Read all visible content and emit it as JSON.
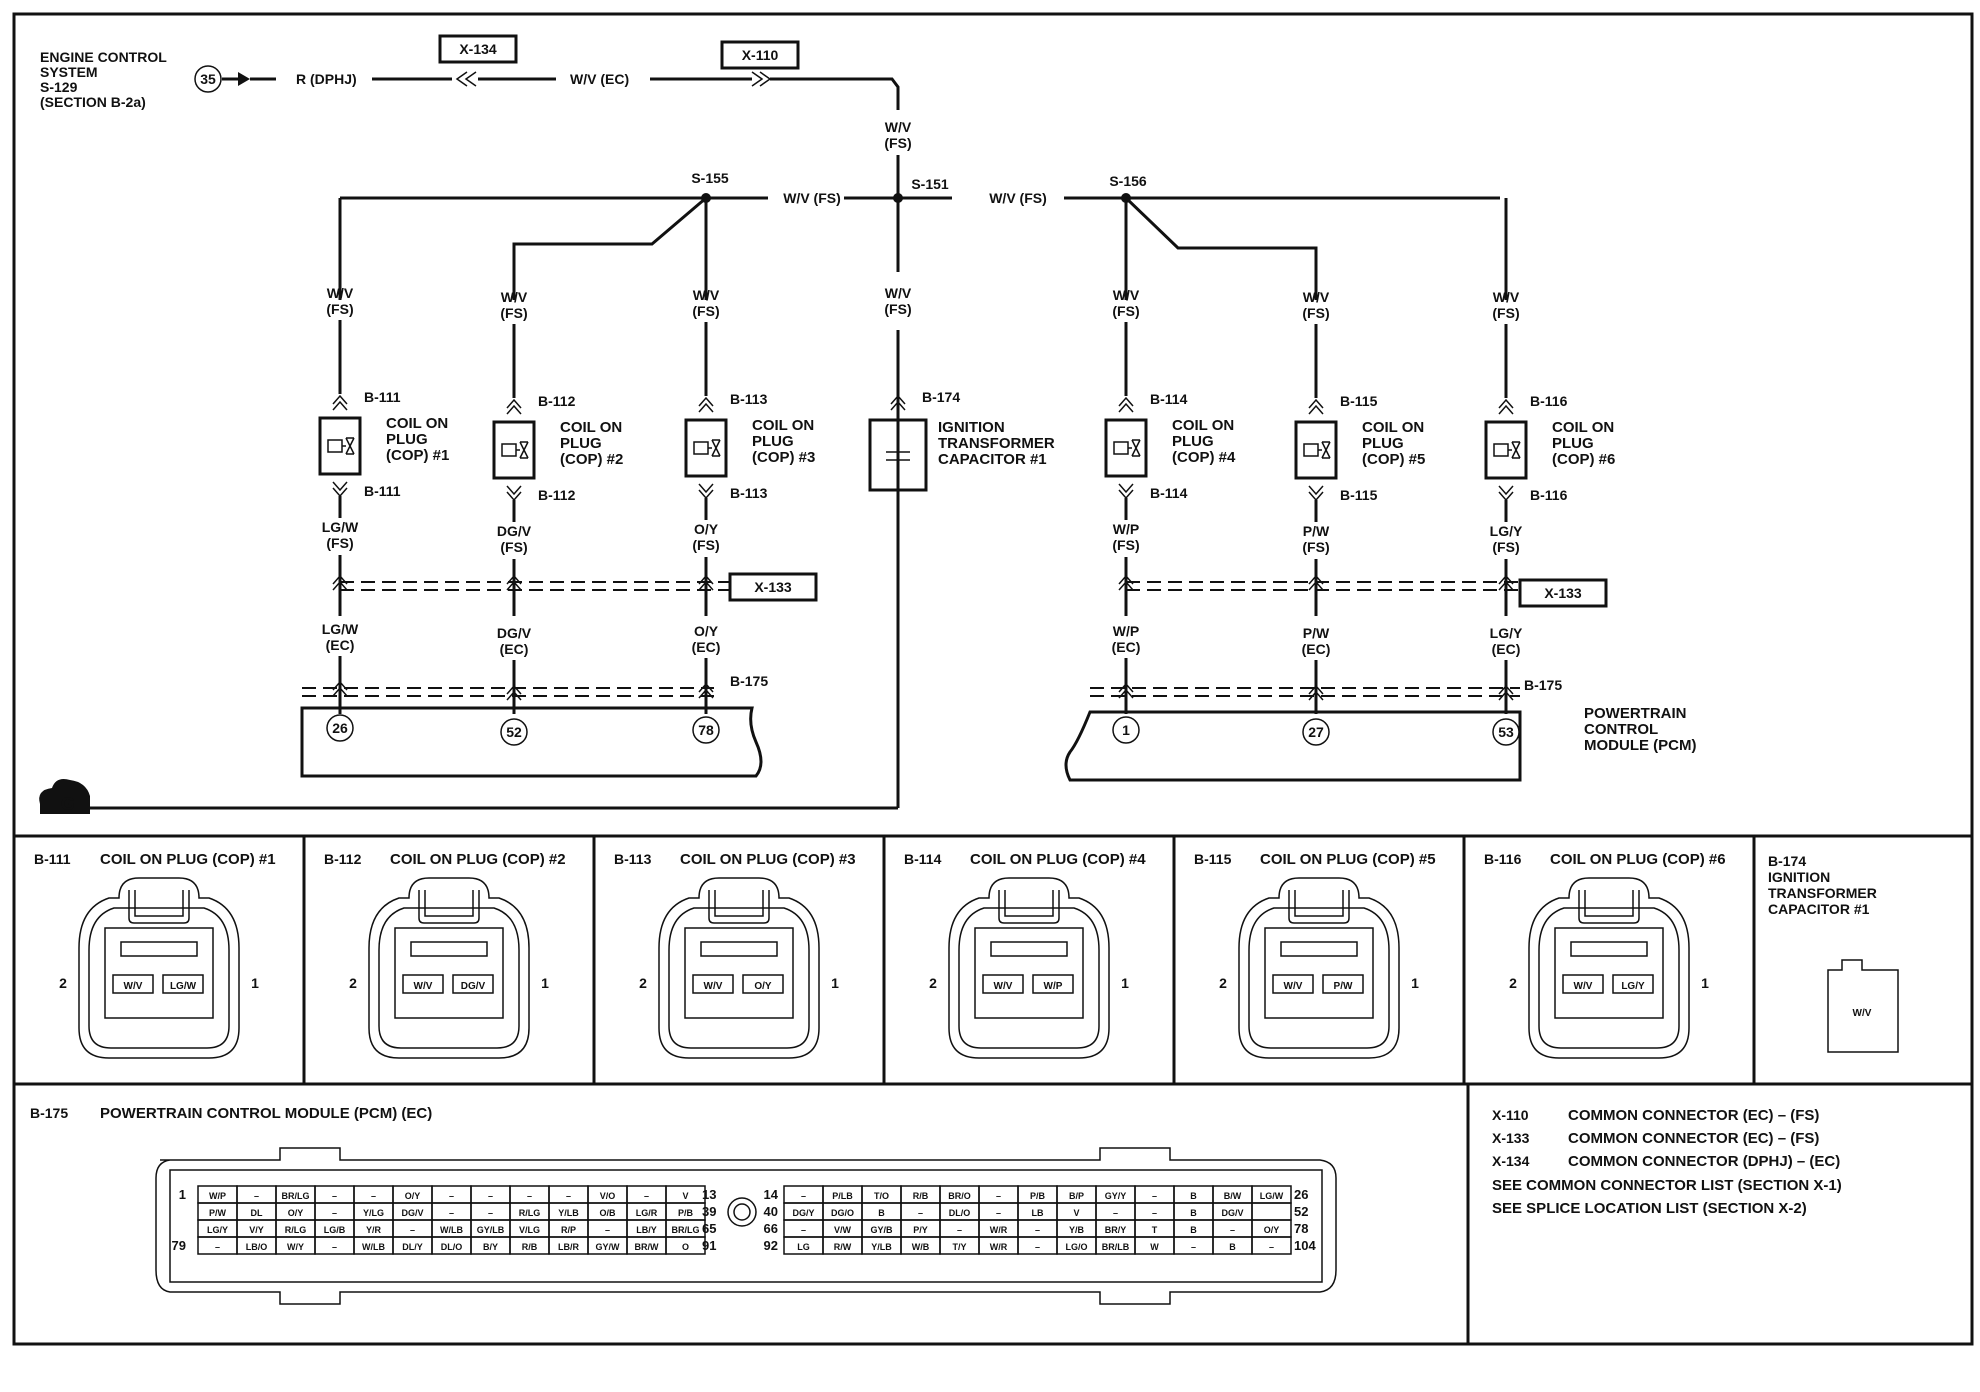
{
  "source": {
    "lines": [
      "ENGINE CONTROL",
      "SYSTEM",
      "S-129",
      "(SECTION B-2a)"
    ],
    "pin": "35",
    "wire": "R (DPHJ)"
  },
  "top_wire": "W/V (EC)",
  "connectors": {
    "x134": "X-134",
    "x110": "X-110",
    "x133": "X-133"
  },
  "vertical_feed": {
    "color": "W/V",
    "line": "(FS)"
  },
  "splices": {
    "s155": "S-155",
    "s151": "S-151",
    "s156": "S-156"
  },
  "bus_wire": "W/V (FS)",
  "ground_label": "G",
  "branches": [
    {
      "wire_top": "W/V",
      "wire_top_sub": "(FS)",
      "conn_top": "B-111",
      "conn_bot": "B-111",
      "title": [
        "COIL ON",
        "PLUG",
        "(COP) #1"
      ],
      "wire_mid": "LG/W",
      "wire_mid_sub": "(FS)",
      "wire_low": "LG/W",
      "wire_low_sub": "(EC)",
      "pin": "26"
    },
    {
      "wire_top": "W/V",
      "wire_top_sub": "(FS)",
      "conn_top": "B-112",
      "conn_bot": "B-112",
      "title": [
        "COIL ON",
        "PLUG",
        "(COP) #2"
      ],
      "wire_mid": "DG/V",
      "wire_mid_sub": "(FS)",
      "wire_low": "DG/V",
      "wire_low_sub": "(EC)",
      "pin": "52"
    },
    {
      "wire_top": "W/V",
      "wire_top_sub": "(FS)",
      "conn_top": "B-113",
      "conn_bot": "B-113",
      "title": [
        "COIL ON",
        "PLUG",
        "(COP) #3"
      ],
      "wire_mid": "O/Y",
      "wire_mid_sub": "(FS)",
      "wire_low": "O/Y",
      "wire_low_sub": "(EC)",
      "pin": "78"
    },
    {
      "wire_top": "W/V",
      "wire_top_sub": "(FS)",
      "conn_top": "B-114",
      "conn_bot": "B-114",
      "title": [
        "COIL ON",
        "PLUG",
        "(COP) #4"
      ],
      "wire_mid": "W/P",
      "wire_mid_sub": "(FS)",
      "wire_low": "W/P",
      "wire_low_sub": "(EC)",
      "pin": "1"
    },
    {
      "wire_top": "W/V",
      "wire_top_sub": "(FS)",
      "conn_top": "B-115",
      "conn_bot": "B-115",
      "title": [
        "COIL ON",
        "PLUG",
        "(COP) #5"
      ],
      "wire_mid": "P/W",
      "wire_mid_sub": "(FS)",
      "wire_low": "P/W",
      "wire_low_sub": "(EC)",
      "pin": "27"
    },
    {
      "wire_top": "W/V",
      "wire_top_sub": "(FS)",
      "conn_top": "B-116",
      "conn_bot": "B-116",
      "title": [
        "COIL ON",
        "PLUG",
        "(COP) #6"
      ],
      "wire_mid": "LG/Y",
      "wire_mid_sub": "(FS)",
      "wire_low": "LG/Y",
      "wire_low_sub": "(EC)",
      "pin": "53"
    }
  ],
  "capacitor": {
    "wire": "W/V",
    "wire_sub": "(FS)",
    "conn": "B-174",
    "title": [
      "IGNITION",
      "TRANSFORMER",
      "CAPACITOR #1"
    ]
  },
  "pcm_conn": "B-175",
  "pcm_label": [
    "POWERTRAIN",
    "CONTROL",
    "MODULE (PCM)"
  ],
  "connector_views": [
    {
      "code": "B-111",
      "name": "COIL ON PLUG (COP) #1",
      "pin1": "LG/W",
      "pin2": "W/V",
      "num1": "1",
      "num2": "2"
    },
    {
      "code": "B-112",
      "name": "COIL ON PLUG (COP) #2",
      "pin1": "DG/V",
      "pin2": "W/V",
      "num1": "1",
      "num2": "2"
    },
    {
      "code": "B-113",
      "name": "COIL ON PLUG (COP) #3",
      "pin1": "O/Y",
      "pin2": "W/V",
      "num1": "1",
      "num2": "2"
    },
    {
      "code": "B-114",
      "name": "COIL ON PLUG (COP) #4",
      "pin1": "W/P",
      "pin2": "W/V",
      "num1": "1",
      "num2": "2"
    },
    {
      "code": "B-115",
      "name": "COIL ON PLUG (COP) #5",
      "pin1": "P/W",
      "pin2": "W/V",
      "num1": "1",
      "num2": "2"
    },
    {
      "code": "B-116",
      "name": "COIL ON PLUG (COP) #6",
      "pin1": "LG/Y",
      "pin2": "W/V",
      "num1": "1",
      "num2": "2"
    }
  ],
  "cap_view": {
    "lines": [
      "B-174",
      "IGNITION",
      "TRANSFORMER",
      "CAPACITOR #1"
    ],
    "pin": "W/V"
  },
  "pcm_view": {
    "code": "B-175",
    "name": "POWERTRAIN CONTROL MODULE (PCM) (EC)",
    "left_start": [
      "1",
      "",
      "",
      "79"
    ],
    "left_end": [
      "13",
      "39",
      "65",
      "91"
    ],
    "right_start": [
      "14",
      "40",
      "66",
      "92"
    ],
    "right_end": [
      "26",
      "52",
      "78",
      "104"
    ],
    "left_grid": [
      [
        "W/P",
        "–",
        "BR/LG",
        "–",
        "–",
        "O/Y",
        "–",
        "–",
        "–",
        "–",
        "V/O",
        "–",
        "V"
      ],
      [
        "P/W",
        "DL",
        "O/Y",
        "–",
        "Y/LG",
        "DG/V",
        "–",
        "–",
        "R/LG",
        "Y/LB",
        "O/B",
        "LG/R",
        "P/B"
      ],
      [
        "LG/Y",
        "V/Y",
        "R/LG",
        "LG/B",
        "Y/R",
        "–",
        "W/LB",
        "GY/LB",
        "V/LG",
        "R/P",
        "–",
        "LB/Y",
        "BR/LG"
      ],
      [
        "–",
        "LB/O",
        "W/Y",
        "–",
        "W/LB",
        "DL/Y",
        "DL/O",
        "B/Y",
        "R/B",
        "LB/R",
        "GY/W",
        "BR/W",
        "O"
      ]
    ],
    "right_grid": [
      [
        "–",
        "P/LB",
        "T/O",
        "R/B",
        "BR/O",
        "–",
        "P/B",
        "B/P",
        "GY/Y",
        "–",
        "B",
        "B/W",
        "LG/W"
      ],
      [
        "DG/Y",
        "DG/O",
        "B",
        "–",
        "DL/O",
        "–",
        "LB",
        "V",
        "–",
        "–",
        "B",
        "DG/V",
        ""
      ],
      [
        "–",
        "V/W",
        "GY/B",
        "P/Y",
        "–",
        "W/R",
        "–",
        "Y/B",
        "BR/Y",
        "T",
        "B",
        "–",
        "O/Y"
      ],
      [
        "LG",
        "R/W",
        "Y/LB",
        "W/B",
        "T/Y",
        "W/R",
        "–",
        "LG/O",
        "BR/LB",
        "W",
        "–",
        "B",
        "–"
      ]
    ]
  },
  "legend": [
    {
      "code": "X-110",
      "text": "COMMON CONNECTOR (EC) – (FS)"
    },
    {
      "code": "X-133",
      "text": "COMMON CONNECTOR (EC) – (FS)"
    },
    {
      "code": "X-134",
      "text": "COMMON CONNECTOR (DPHJ) – (EC)"
    }
  ],
  "notes": [
    "SEE COMMON CONNECTOR LIST (SECTION X-1)",
    "SEE SPLICE LOCATION LIST (SECTION X-2)"
  ]
}
